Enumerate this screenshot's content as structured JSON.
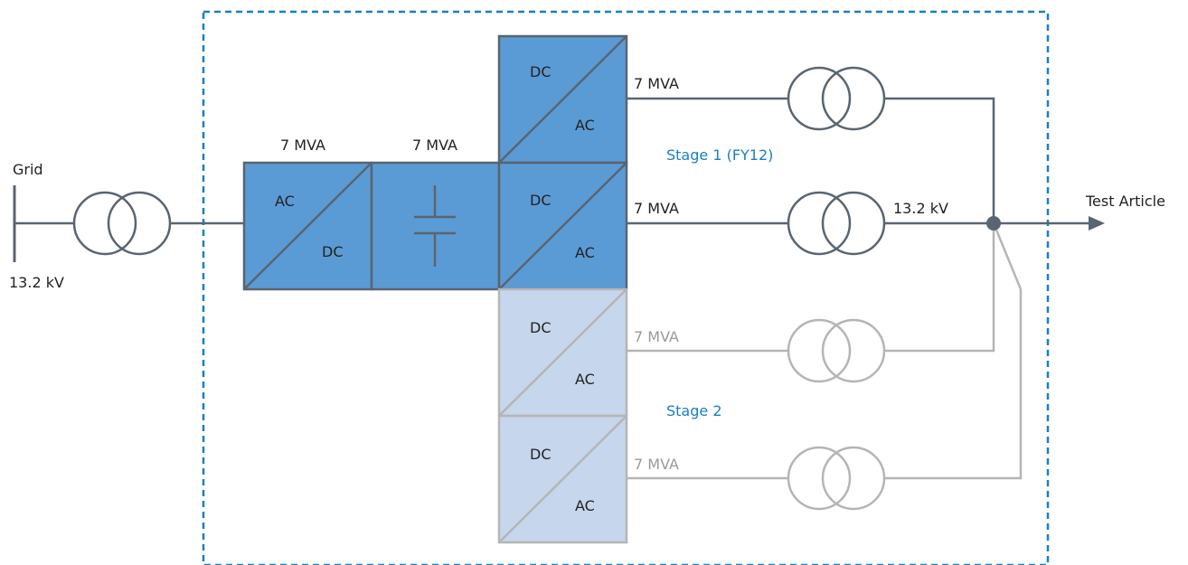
{
  "colors": {
    "stage1_fill": "#5b9bd5",
    "stage2_fill": "#c6d6ec",
    "active_line": "#596570",
    "inactive_line": "#b5b5b5",
    "boundary": "#1a7fc1",
    "label_text": "#222222",
    "stage_text": "#1a7fc1"
  },
  "grid": {
    "label": "Grid",
    "voltage": "13.2 kV"
  },
  "rectifier": {
    "rating": "7 MVA",
    "input": "AC",
    "output": "DC"
  },
  "dc_link": {
    "rating": "7 MVA",
    "icon": "capacitor-icon"
  },
  "inverters": [
    {
      "stage": 1,
      "top": "DC",
      "bottom": "AC",
      "rating": "7 MVA"
    },
    {
      "stage": 1,
      "top": "DC",
      "bottom": "AC",
      "rating": "7 MVA"
    },
    {
      "stage": 2,
      "top": "DC",
      "bottom": "AC",
      "rating": "7 MVA"
    },
    {
      "stage": 2,
      "top": "DC",
      "bottom": "AC",
      "rating": "7 MVA"
    }
  ],
  "stage_labels": {
    "stage1": "Stage 1 (FY12)",
    "stage2": "Stage 2"
  },
  "output": {
    "bus_voltage": "13.2 kV",
    "label": "Test Article"
  }
}
